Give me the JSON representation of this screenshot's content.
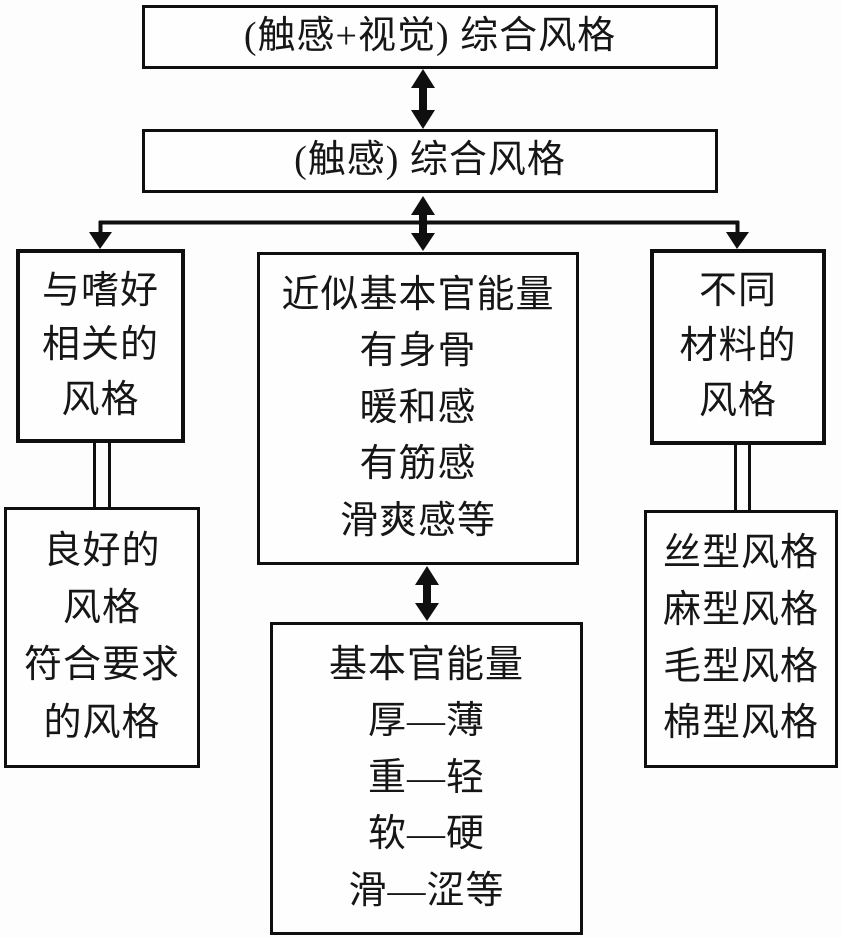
{
  "colors": {
    "line": "#0f0f0f",
    "background": "#fdfdfe",
    "box_fill": "#fefefe"
  },
  "nodes": {
    "combined": {
      "label": "(触感+视觉) 综合风格"
    },
    "touch": {
      "label": "(触感) 综合风格"
    },
    "preference": {
      "lines": [
        "与嗜好",
        "相关的",
        "风格"
      ]
    },
    "approx_sensory": {
      "lines": [
        "近似基本官能量",
        "有身骨",
        "暖和感",
        "有筋感",
        "滑爽感等"
      ]
    },
    "material": {
      "lines": [
        "不同",
        "材料的",
        "风格"
      ]
    },
    "good_style": {
      "lines": [
        "良好的",
        "风格",
        "符合要求",
        "的风格"
      ]
    },
    "basic_sensory": {
      "lines": [
        "基本官能量",
        "厚—薄",
        "重—轻",
        "软—硬",
        "滑—涩等"
      ]
    },
    "material_types": {
      "lines": [
        "丝型风格",
        "麻型风格",
        "毛型风格",
        "棉型风格"
      ]
    }
  }
}
